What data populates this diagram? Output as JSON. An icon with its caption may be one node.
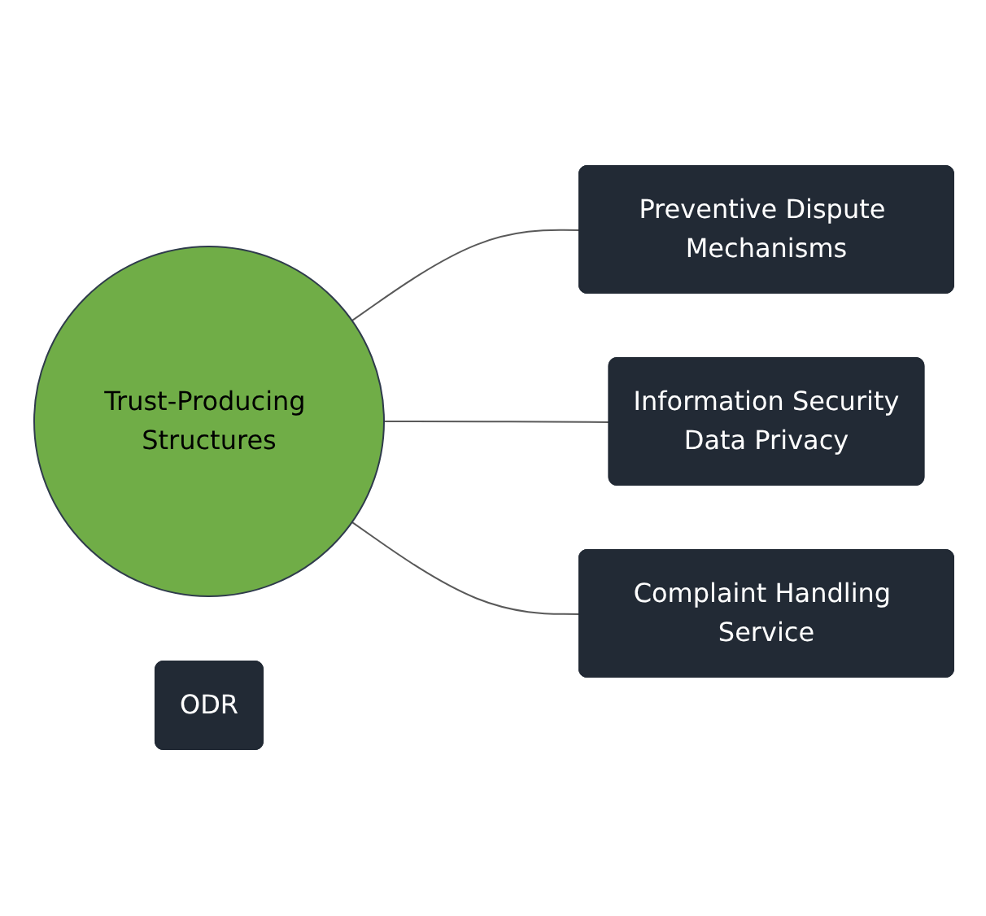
{
  "diagram": {
    "nodes": [
      {
        "text": [
          "Trust-Producing Structures"
        ]
      },
      {
        "text": [
          "Preventive Dispute Mechanisms"
        ]
      },
      {
        "text": [
          "Information Security",
          "Data Privacy"
        ]
      },
      {
        "text": [
          "Complaint Handling Service"
        ]
      },
      {
        "text": [
          "ODR"
        ]
      }
    ],
    "edges": [
      {
        "from": 0,
        "to": 1,
        "arrow": "none"
      },
      {
        "from": 0,
        "to": 2,
        "arrow": "none"
      },
      {
        "from": 0,
        "to": 3,
        "arrow": "none"
      }
    ]
  }
}
